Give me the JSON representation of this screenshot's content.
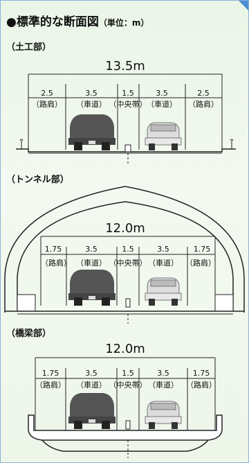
{
  "title": {
    "main": "●標準的な断面図",
    "unit": "（単位：m）"
  },
  "sections": [
    {
      "name": "（土工部）",
      "total_width": "13.5m",
      "dims": [
        "2.5",
        "3.5",
        "1.5",
        "3.5",
        "2.5"
      ],
      "labels": [
        "（路肩）",
        "（車道）",
        "（中央帯）",
        "（車道）",
        "（路肩）"
      ]
    },
    {
      "name": "（トンネル部）",
      "total_width": "12.0m",
      "dims": [
        "1.75",
        "3.5",
        "1.5",
        "3.5",
        "1.75"
      ],
      "labels": [
        "（路肩）",
        "（車道）",
        "（中央帯）",
        "（車道）",
        "（路肩）"
      ]
    },
    {
      "name": "（橋梁部）",
      "total_width": "12.0m",
      "dims": [
        "1.75",
        "3.5",
        "1.5",
        "3.5",
        "1.75"
      ],
      "labels": [
        "（路肩）",
        "（車道）",
        "（中央帯）",
        "（車道）",
        "（路肩）"
      ]
    }
  ],
  "colors": {
    "truck": "#555555",
    "car": "#d9d9d9",
    "line": "#222222",
    "frame": "#8ab0d6"
  }
}
